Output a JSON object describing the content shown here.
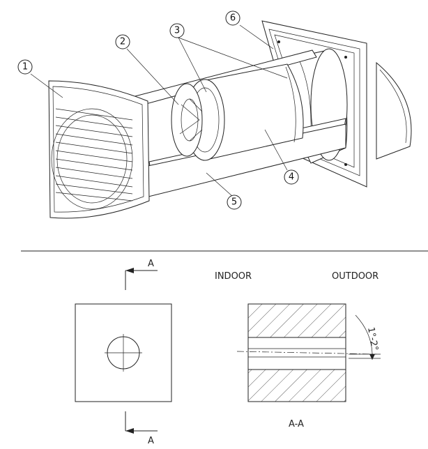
{
  "callouts": [
    {
      "id": "1",
      "label": "1"
    },
    {
      "id": "2",
      "label": "2"
    },
    {
      "id": "3",
      "label": "3"
    },
    {
      "id": "4",
      "label": "4"
    },
    {
      "id": "5",
      "label": "5"
    },
    {
      "id": "6",
      "label": "6"
    }
  ],
  "section": {
    "marker_top": "A",
    "marker_bottom": "A",
    "indoor_label": "INDOOR",
    "outdoor_label": "OUTDOOR",
    "angle_label": "1°-2°",
    "section_label": "A-A"
  }
}
